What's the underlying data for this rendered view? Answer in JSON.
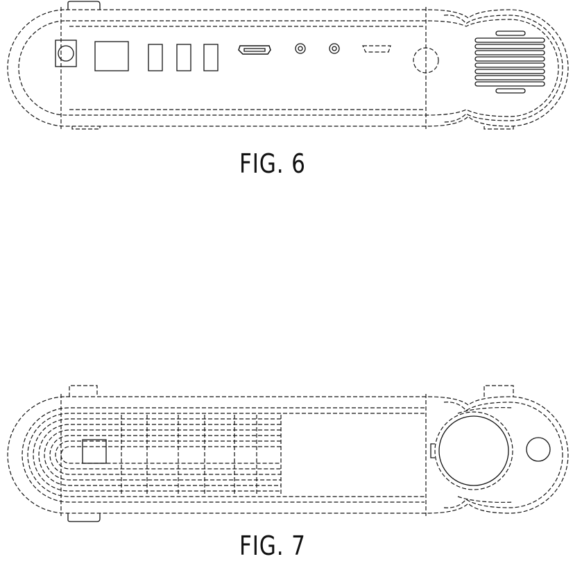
{
  "figures": [
    {
      "id": "fig6",
      "caption": "FIG. 6"
    },
    {
      "id": "fig7",
      "caption": "FIG. 7"
    }
  ]
}
